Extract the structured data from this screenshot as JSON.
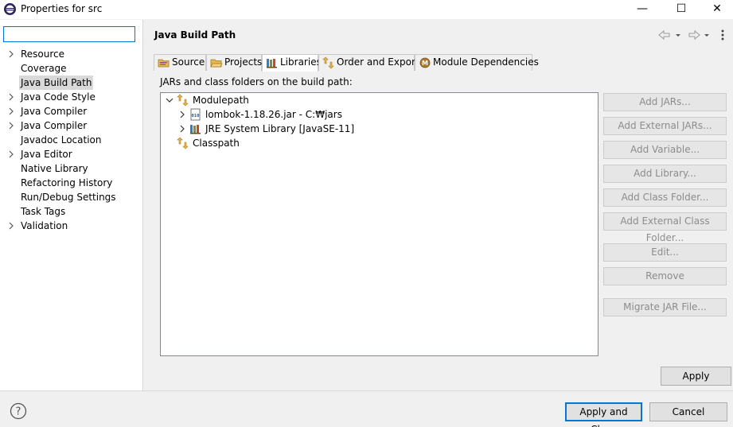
{
  "window": {
    "title": "Properties for src",
    "minimize": "—",
    "maximize": "☐",
    "close": "✕"
  },
  "sidebar": {
    "filter_value": "",
    "items": [
      {
        "label": "Resource",
        "expandable": true
      },
      {
        "label": "Coverage",
        "expandable": false
      },
      {
        "label": "Java Build Path",
        "expandable": false,
        "selected": true
      },
      {
        "label": "Java Code Style",
        "expandable": true
      },
      {
        "label": "Java Compiler",
        "expandable": true
      },
      {
        "label": "Java Compiler",
        "expandable": true
      },
      {
        "label": "Javadoc Location",
        "expandable": false
      },
      {
        "label": "Java Editor",
        "expandable": true
      },
      {
        "label": "Native Library",
        "expandable": false
      },
      {
        "label": "Refactoring History",
        "expandable": false
      },
      {
        "label": "Run/Debug Settings",
        "expandable": false
      },
      {
        "label": "Task Tags",
        "expandable": false
      },
      {
        "label": "Validation",
        "expandable": true
      }
    ]
  },
  "page": {
    "title": "Java Build Path",
    "tabs": [
      {
        "label": "Source",
        "icon": "source-folder-icon"
      },
      {
        "label": "Projects",
        "icon": "projects-icon"
      },
      {
        "label": "Libraries",
        "icon": "libraries-icon",
        "active": true
      },
      {
        "label": "Order and Export",
        "icon": "order-export-icon"
      },
      {
        "label": "Module Dependencies",
        "icon": "module-icon"
      }
    ],
    "section_label": "JARs and class folders on the build path:",
    "tree": {
      "modulepath": "Modulepath",
      "lombok": "lombok-1.18.26.jar - C:₩jars",
      "jre": "JRE System Library [JavaSE-11]",
      "classpath": "Classpath"
    },
    "side_buttons": [
      "Add JARs...",
      "Add External JARs...",
      "Add Variable...",
      "Add Library...",
      "Add Class Folder...",
      "Add External Class Folder...",
      "Edit...",
      "Remove",
      "Migrate JAR File..."
    ],
    "apply": "Apply"
  },
  "footer": {
    "apply_close": "Apply and Close",
    "cancel": "Cancel",
    "help": "?"
  },
  "colors": {
    "accent": "#0078d7",
    "selection": "#d9d9d9",
    "disabled_text": "#8c8c8c"
  }
}
